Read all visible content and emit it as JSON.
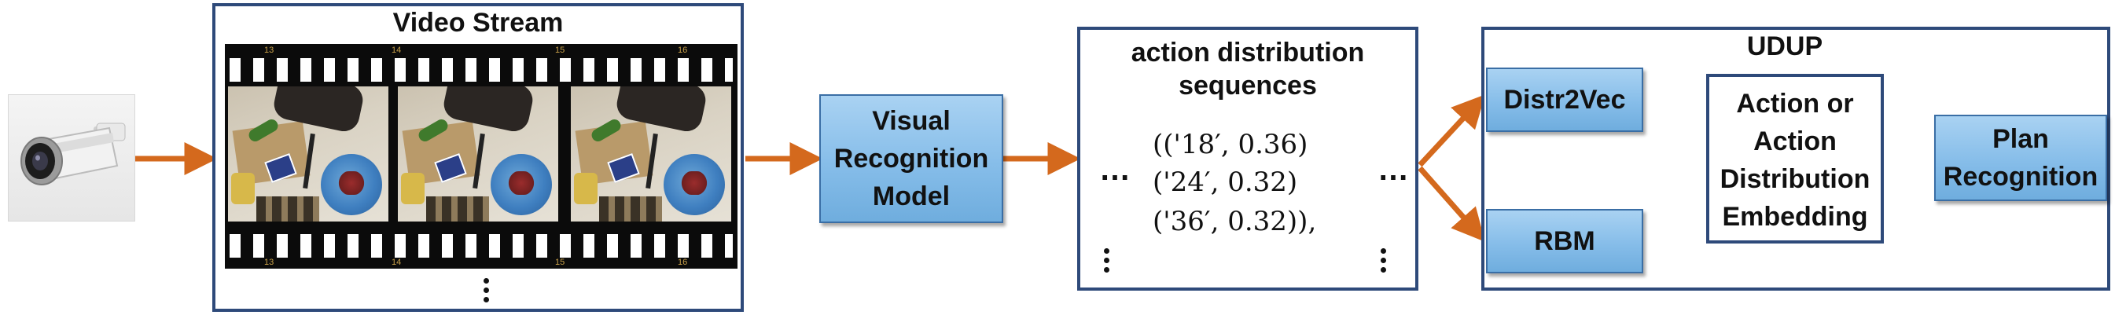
{
  "colors": {
    "arrow": "#d4691d",
    "border": "#2e4a7a",
    "button_fill": "#86bde9"
  },
  "camera": {
    "icon": "security-camera-icon"
  },
  "video_stream": {
    "title": "Video Stream",
    "frame_numbers_top": [
      "13",
      "14",
      "15",
      "16"
    ],
    "frame_numbers_bottom": [
      "13",
      "14",
      "15",
      "16"
    ]
  },
  "visual_model": {
    "label_line1": "Visual",
    "label_line2": "Recognition",
    "label_line3": "Model"
  },
  "action_dist": {
    "title_line1": "action distribution",
    "title_line2": "sequences",
    "line1": "(('18′, 0.36)",
    "line2": "('24′, 0.32)",
    "line3": "('36′, 0.32)),",
    "ellipsis": "…"
  },
  "udup": {
    "title": "UDUP",
    "distr2vec": "Distr2Vec",
    "rbm": "RBM",
    "embedding_line1": "Action or",
    "embedding_line2": "Action",
    "embedding_line3": "Distribution",
    "embedding_line4": "Embedding"
  },
  "plan_recognition": {
    "label_line1": "Plan",
    "label_line2": "Recognition"
  }
}
